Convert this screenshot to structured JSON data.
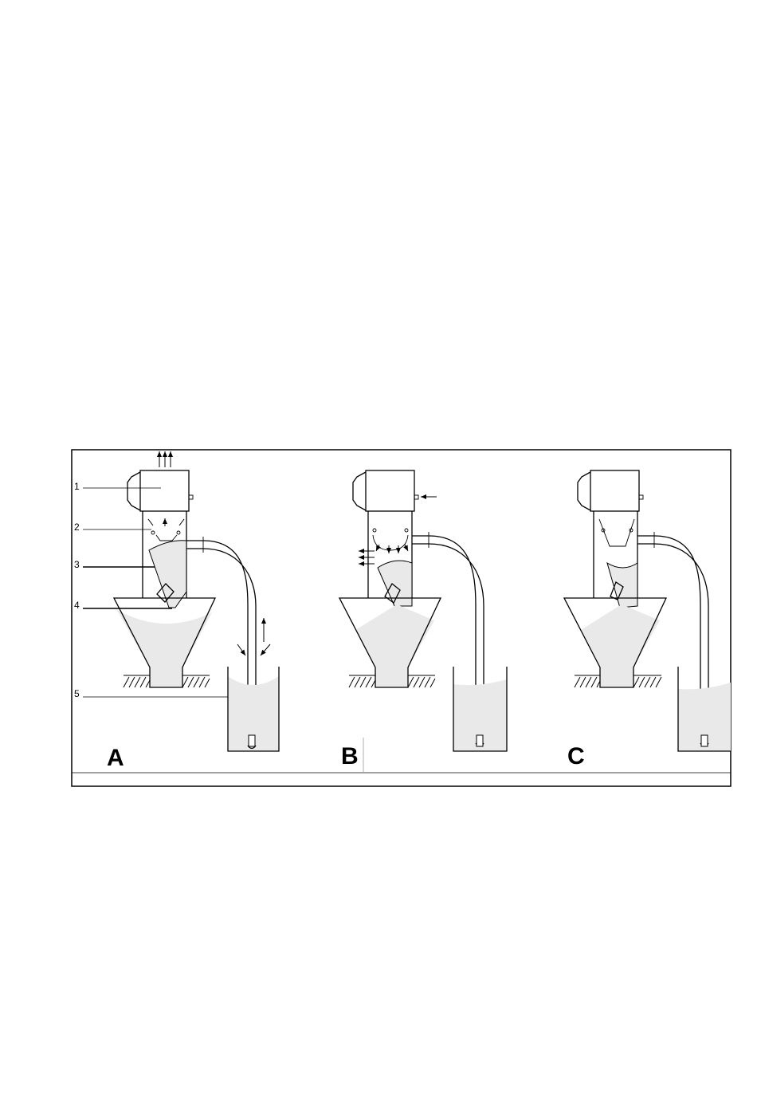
{
  "callouts": [
    {
      "number": "1"
    },
    {
      "number": "2"
    },
    {
      "number": "3"
    },
    {
      "number": "4"
    },
    {
      "number": "5"
    }
  ],
  "panels": [
    {
      "letter": "A"
    },
    {
      "letter": "B"
    },
    {
      "letter": "C"
    }
  ],
  "colors": {
    "line": "#000000",
    "material_fill": "#e9e9e9",
    "background": "#ffffff"
  }
}
